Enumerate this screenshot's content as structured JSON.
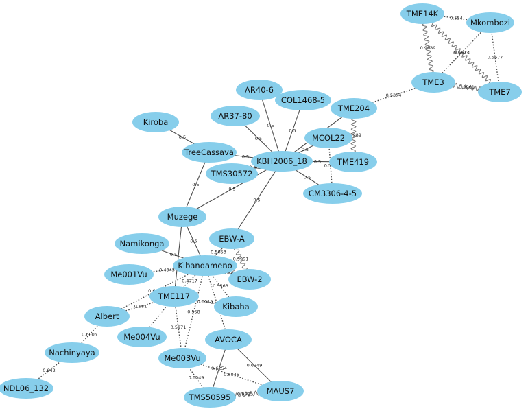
{
  "colors": {
    "node_fill": "#87ceeb",
    "edge_stroke": "#4a4a4a",
    "label_text": "#111111"
  },
  "nodes": [
    {
      "id": "TME14K",
      "label": "TME14K"
    },
    {
      "id": "Mkombozi",
      "label": "Mkombozi"
    },
    {
      "id": "TME3",
      "label": "TME3"
    },
    {
      "id": "TME7",
      "label": "TME7"
    },
    {
      "id": "AR40-6",
      "label": "AR40-6"
    },
    {
      "id": "COL1468-5",
      "label": "COL1468-5"
    },
    {
      "id": "TME204",
      "label": "TME204"
    },
    {
      "id": "Kiroba",
      "label": "Kiroba"
    },
    {
      "id": "AR37-80",
      "label": "AR37-80"
    },
    {
      "id": "MCOL22",
      "label": "MCOL22"
    },
    {
      "id": "TreeCassava",
      "label": "TreeCassava"
    },
    {
      "id": "KBH2006_18",
      "label": "KBH2006_18"
    },
    {
      "id": "TME419",
      "label": "TME419"
    },
    {
      "id": "TMS30572",
      "label": "TMS30572"
    },
    {
      "id": "CM3306-4-5",
      "label": "CM3306-4-5"
    },
    {
      "id": "Muzege",
      "label": "Muzege"
    },
    {
      "id": "EBW-A",
      "label": "EBW-A"
    },
    {
      "id": "Namikonga",
      "label": "Namikonga"
    },
    {
      "id": "Kibandameno",
      "label": "Kibandameno"
    },
    {
      "id": "Me001Vu",
      "label": "Me001Vu"
    },
    {
      "id": "EBW-2",
      "label": "EBW-2"
    },
    {
      "id": "TME117",
      "label": "TME117"
    },
    {
      "id": "Kibaha",
      "label": "Kibaha"
    },
    {
      "id": "Albert",
      "label": "Albert"
    },
    {
      "id": "Me004Vu",
      "label": "Me004Vu"
    },
    {
      "id": "AVOCA",
      "label": "AVOCA"
    },
    {
      "id": "Nachinyaya",
      "label": "Nachinyaya"
    },
    {
      "id": "Me003Vu",
      "label": "Me003Vu"
    },
    {
      "id": "NDL06_132",
      "label": "NDL06_132"
    },
    {
      "id": "TMS50595",
      "label": "TMS50595"
    },
    {
      "id": "MAUS7",
      "label": "MAUS7"
    }
  ],
  "edges": [
    {
      "source": "TME14K",
      "target": "Mkombozi",
      "style": "dotted",
      "label": "0.554"
    },
    {
      "source": "TME14K",
      "target": "TME3",
      "style": "wavy",
      "label": "0.9989"
    },
    {
      "source": "TME14K",
      "target": "TME7",
      "style": "wavy",
      "label": "0.5523"
    },
    {
      "source": "Mkombozi",
      "target": "TME3",
      "style": "dotted",
      "label": "0.5513"
    },
    {
      "source": "Mkombozi",
      "target": "TME7",
      "style": "dotted",
      "label": "0.5677"
    },
    {
      "source": "TME3",
      "target": "TME7",
      "style": "wavy",
      "label": "0.9961"
    },
    {
      "source": "TME3",
      "target": "TME204",
      "style": "dotted",
      "label": "0.5374"
    },
    {
      "source": "TME204",
      "target": "KBH2006_18",
      "style": "solid",
      "label": ""
    },
    {
      "source": "TME204",
      "target": "TME419",
      "style": "wavy",
      "label": "0.9989"
    },
    {
      "source": "MCOL22",
      "target": "KBH2006_18",
      "style": "solid",
      "label": "0.5"
    },
    {
      "source": "MCOL22",
      "target": "CM3306-4-5",
      "style": "dotted",
      "label": "0.576"
    },
    {
      "source": "TME419",
      "target": "KBH2006_18",
      "style": "solid",
      "label": "0.5"
    },
    {
      "source": "CM3306-4-5",
      "target": "KBH2006_18",
      "style": "solid",
      "label": "0.5"
    },
    {
      "source": "AR40-6",
      "target": "KBH2006_18",
      "style": "solid",
      "label": "0.5"
    },
    {
      "source": "COL1468-5",
      "target": "KBH2006_18",
      "style": "solid",
      "label": "0.5"
    },
    {
      "source": "AR37-80",
      "target": "KBH2006_18",
      "style": "solid",
      "label": "0.5"
    },
    {
      "source": "TreeCassava",
      "target": "KBH2006_18",
      "style": "solid",
      "label": "0.5"
    },
    {
      "source": "TMS30572",
      "target": "KBH2006_18",
      "style": "solid",
      "label": "0.4625"
    },
    {
      "source": "Muzege",
      "target": "KBH2006_18",
      "style": "solid",
      "label": "0.5"
    },
    {
      "source": "EBW-A",
      "target": "KBH2006_18",
      "style": "solid",
      "label": "0.5"
    },
    {
      "source": "Kiroba",
      "target": "TreeCassava",
      "style": "solid",
      "label": "0.5"
    },
    {
      "source": "TreeCassava",
      "target": "Muzege",
      "style": "solid",
      "label": "0.5"
    },
    {
      "source": "Muzege",
      "target": "Kibandameno",
      "style": "solid",
      "label": "0.5"
    },
    {
      "source": "Muzege",
      "target": "TME117",
      "style": "solid",
      "label": ""
    },
    {
      "source": "EBW-A",
      "target": "Kibandameno",
      "style": "solid",
      "label": "0.5053"
    },
    {
      "source": "EBW-A",
      "target": "EBW-2",
      "style": "wavy",
      "label": "0.9991"
    },
    {
      "source": "Namikonga",
      "target": "Kibandameno",
      "style": "solid",
      "label": "0.5"
    },
    {
      "source": "Me001Vu",
      "target": "Kibandameno",
      "style": "dotted",
      "label": "0.4943"
    },
    {
      "source": "Kibandameno",
      "target": "EBW-2",
      "style": "dotted",
      "label": "0.5056"
    },
    {
      "source": "Kibandameno",
      "target": "TME117",
      "style": "dotted",
      "label": "0.4717"
    },
    {
      "source": "Kibandameno",
      "target": "Albert",
      "style": "dotted",
      "label": "0.6125"
    },
    {
      "source": "Kibandameno",
      "target": "Kibaha",
      "style": "dotted",
      "label": "0.5563"
    },
    {
      "source": "Kibandameno",
      "target": "Me003Vu",
      "style": "dotted",
      "label": "0.558"
    },
    {
      "source": "Kibandameno",
      "target": "AVOCA",
      "style": "dotted",
      "label": "0.553"
    },
    {
      "source": "TME117",
      "target": "Albert",
      "style": "dotted",
      "label": "0.581"
    },
    {
      "source": "TME117",
      "target": "Me004Vu",
      "style": "dotted",
      "label": ""
    },
    {
      "source": "TME117",
      "target": "Me003Vu",
      "style": "dotted",
      "label": "0.5971"
    },
    {
      "source": "TME117",
      "target": "Kibaha",
      "style": "dotted",
      "label": "0.6015"
    },
    {
      "source": "Albert",
      "target": "Nachinyaya",
      "style": "dotted",
      "label": "0.6005"
    },
    {
      "source": "Nachinyaya",
      "target": "NDL06_132",
      "style": "dotted",
      "label": "0.642"
    },
    {
      "source": "AVOCA",
      "target": "TMS50595",
      "style": "solid",
      "label": "0.6254"
    },
    {
      "source": "AVOCA",
      "target": "MAUS7",
      "style": "solid",
      "label": "0.6249"
    },
    {
      "source": "Me003Vu",
      "target": "TMS50595",
      "style": "dotted",
      "label": "0.6049"
    },
    {
      "source": "Me003Vu",
      "target": "MAUS7",
      "style": "dotted",
      "label": "0.6046"
    },
    {
      "source": "TMS50595",
      "target": "MAUS7",
      "style": "wavy",
      "label": "0.9985"
    }
  ]
}
